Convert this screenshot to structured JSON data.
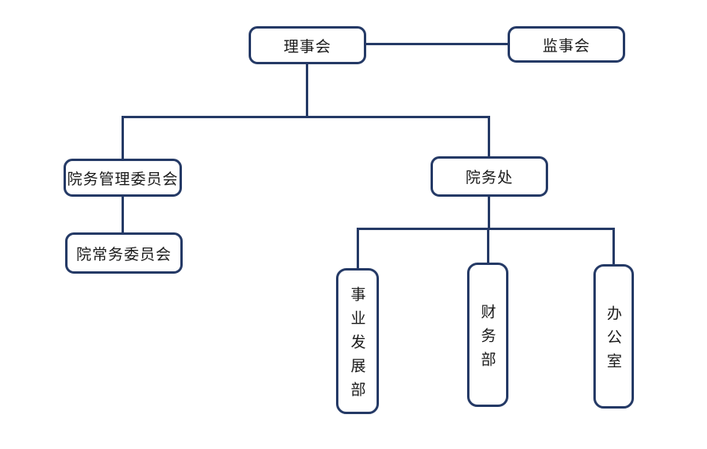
{
  "diagram": {
    "type": "org-chart",
    "colors": {
      "line": "#253A66",
      "box_fill": "#FFFFFF",
      "text": "#1A1A1A",
      "background": "#FFFFFF"
    },
    "nodes": {
      "board": {
        "label": "理事会",
        "level": 1,
        "text_direction": "horizontal"
      },
      "supervisors": {
        "label": "监事会",
        "level": 1,
        "text_direction": "horizontal"
      },
      "mgmt": {
        "label": "院务管理委员会",
        "level": 2,
        "text_direction": "horizontal"
      },
      "standing": {
        "label": "院常务委员会",
        "level": 3,
        "text_direction": "horizontal"
      },
      "affairs": {
        "label": "院务处",
        "level": 2,
        "text_direction": "horizontal"
      },
      "bizdev": {
        "label": "事业发展部",
        "level": 3,
        "text_direction": "vertical"
      },
      "finance": {
        "label": "财务部",
        "level": 3,
        "text_direction": "vertical"
      },
      "office": {
        "label": "办公室",
        "level": 3,
        "text_direction": "vertical"
      }
    },
    "edges": [
      {
        "from": "board",
        "to": "supervisors",
        "kind": "lateral"
      },
      {
        "from": "board",
        "to": "mgmt",
        "kind": "hierarchy"
      },
      {
        "from": "board",
        "to": "affairs",
        "kind": "hierarchy"
      },
      {
        "from": "mgmt",
        "to": "standing",
        "kind": "hierarchy"
      },
      {
        "from": "affairs",
        "to": "bizdev",
        "kind": "hierarchy"
      },
      {
        "from": "affairs",
        "to": "finance",
        "kind": "hierarchy"
      },
      {
        "from": "affairs",
        "to": "office",
        "kind": "hierarchy"
      }
    ]
  }
}
